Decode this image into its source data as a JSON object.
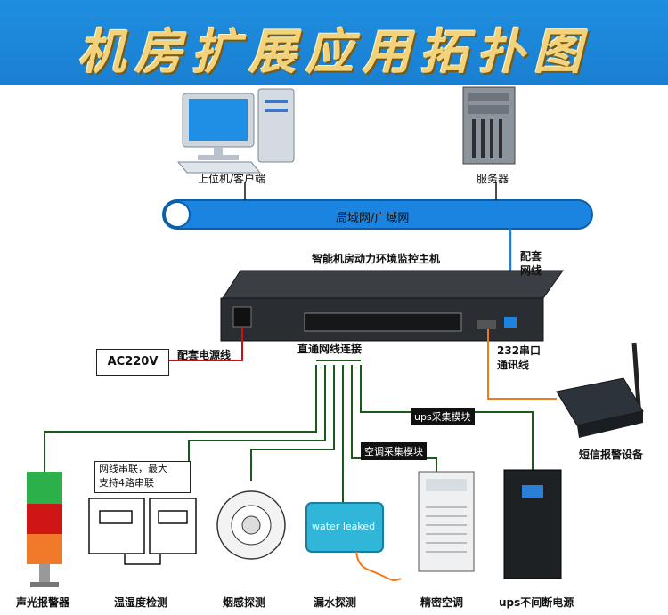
{
  "title": "机房扩展应用拓扑图",
  "network": "局域网/广域网",
  "client": "上位机/客户端",
  "server": "服务器",
  "host": "智能机房动力环境监控主机",
  "net_cable": "配套\n网线",
  "ac_power": "AC220V",
  "power_cable": "配套电源线",
  "direct_cable": "直通网线连接",
  "serial": "232串口\n通讯线",
  "sms": "短信报警设备",
  "ups_module": "ups采集模块",
  "ac_module": "空调采集模块",
  "cascade_note": "网线串联，最大\n支持4路串联",
  "water_text": "water leaked",
  "devices": {
    "alarm": "声光报警器",
    "th": "温湿度检测",
    "smoke": "烟感探测",
    "water": "漏水探测",
    "aircon": "精密空调",
    "ups": "ups不间断电源"
  }
}
